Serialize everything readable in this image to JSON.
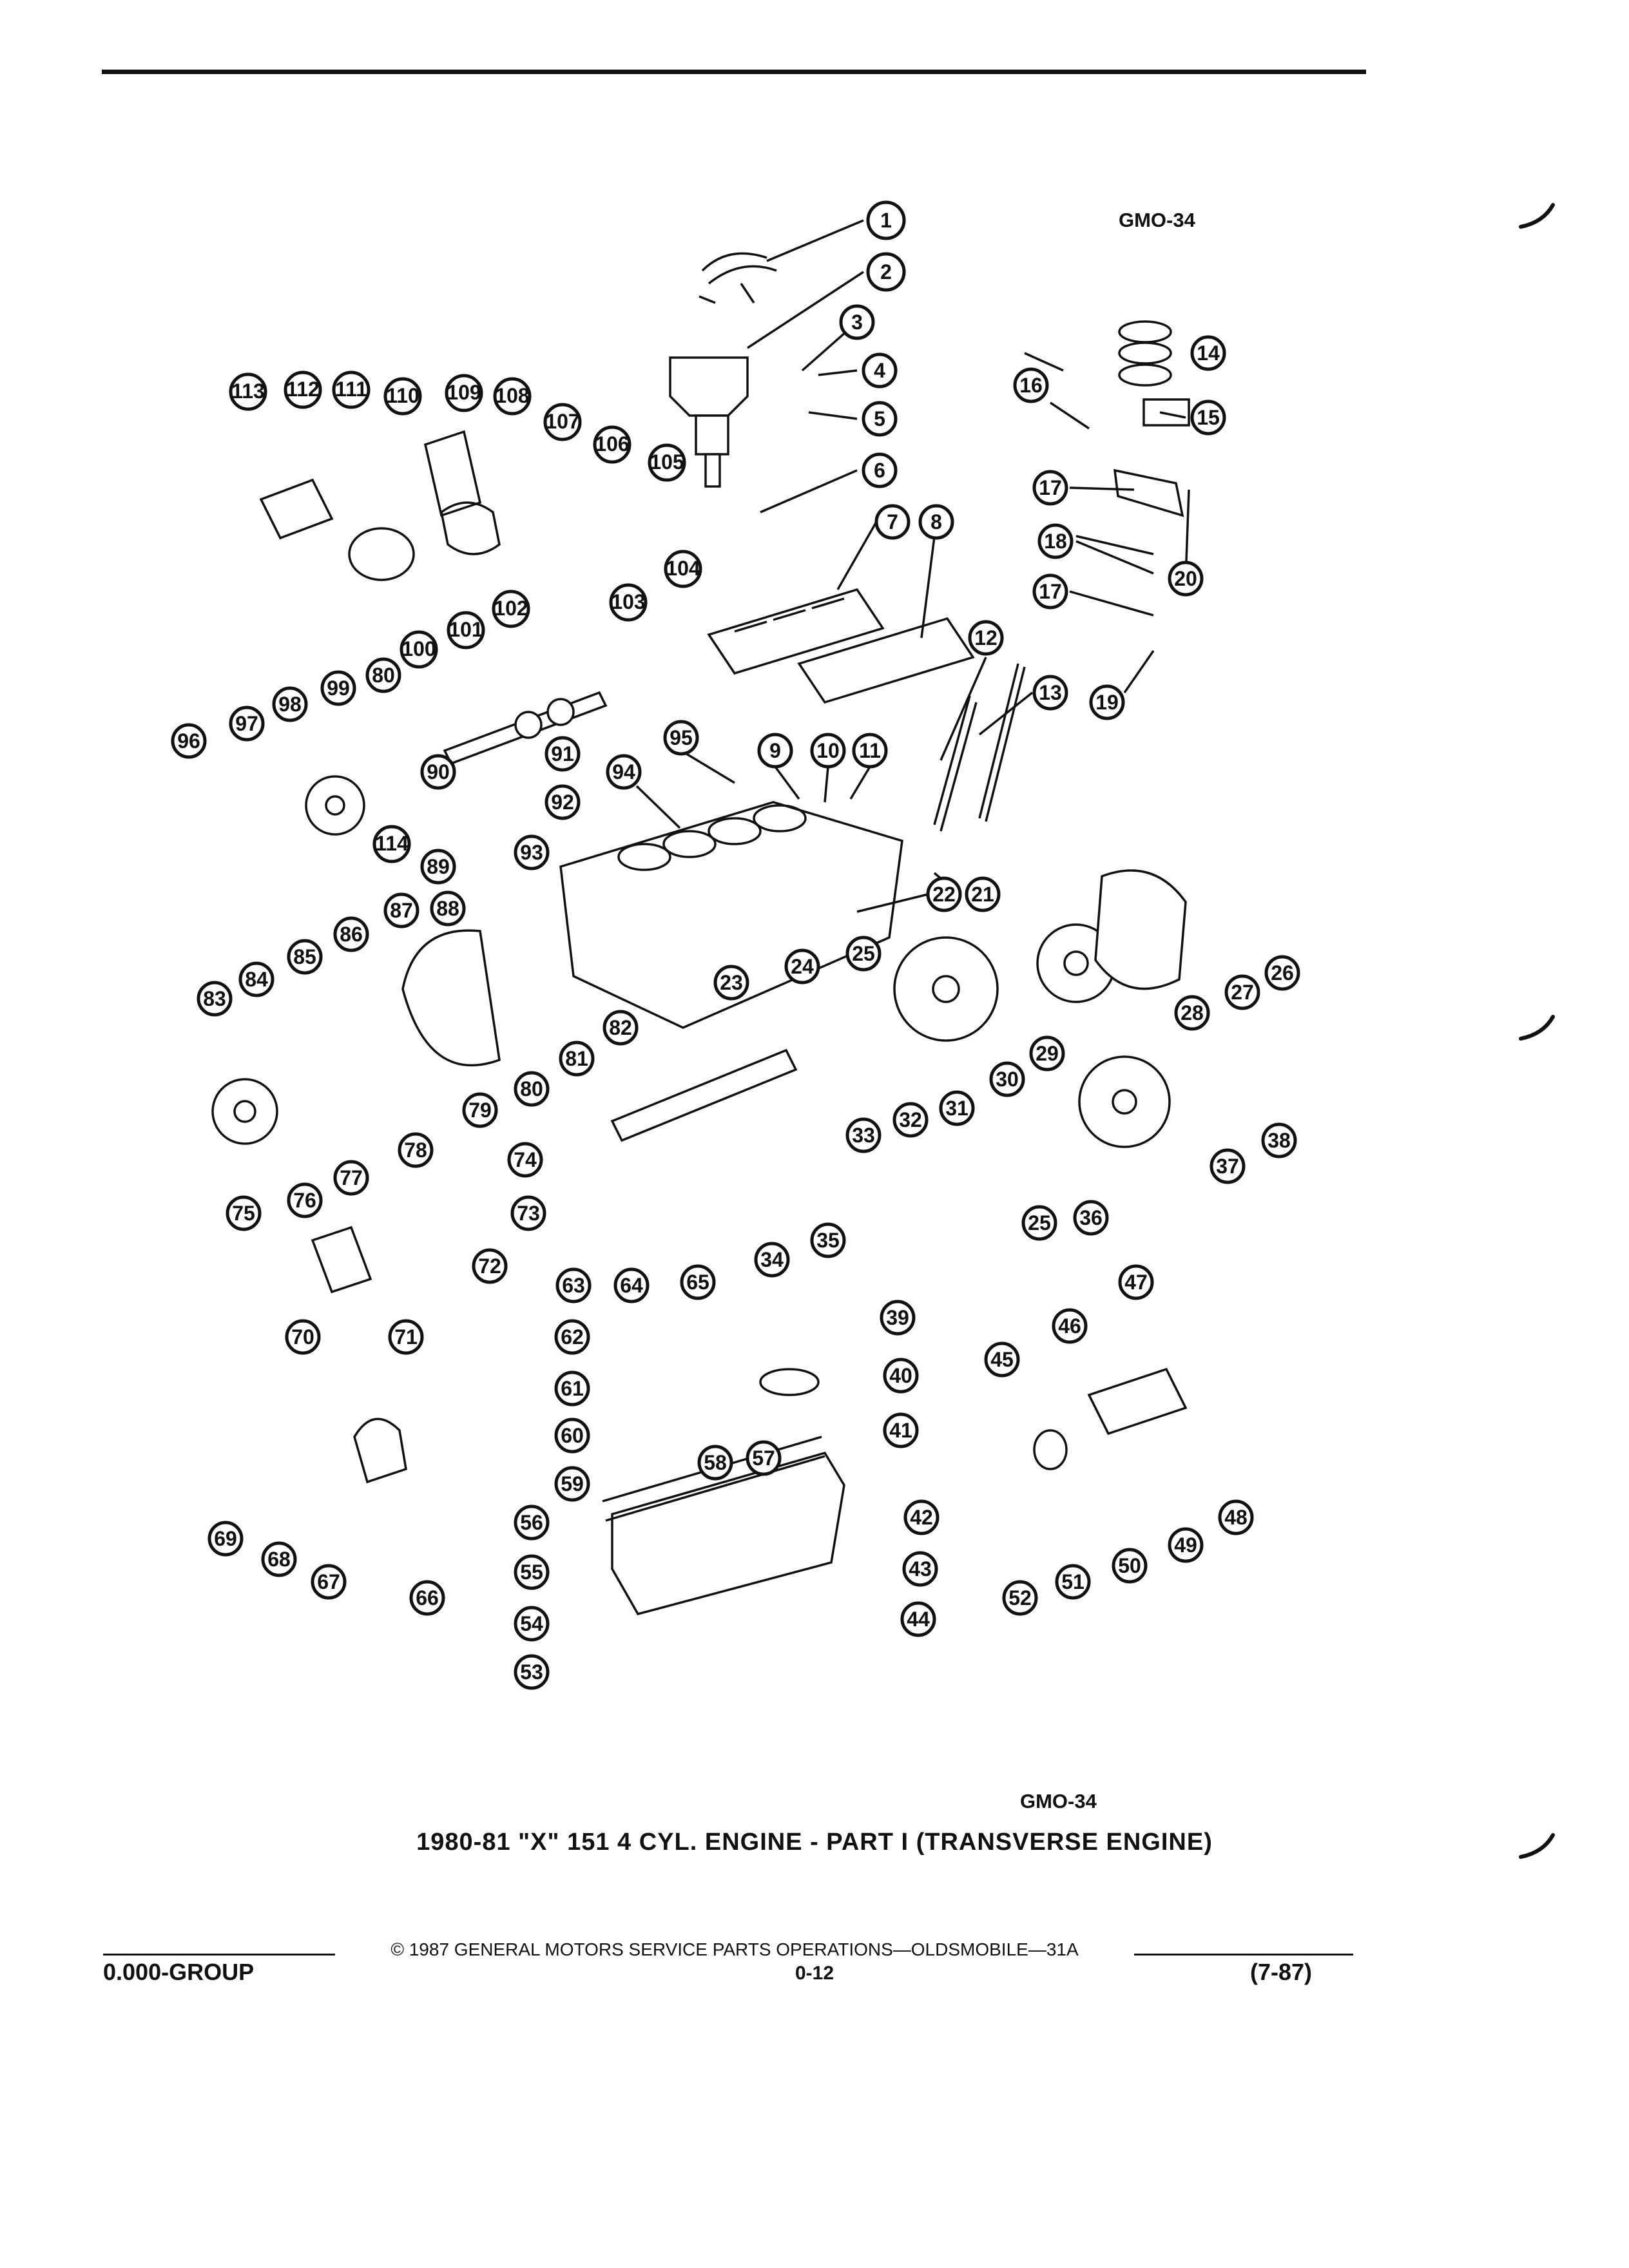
{
  "header": {
    "figure_code_top": "GMO-34"
  },
  "figure": {
    "figure_code_bottom": "GMO-34",
    "title": "1980-81 \"X\" 151 4 CYL. ENGINE - PART I (TRANSVERSE ENGINE)",
    "callouts": [
      "1",
      "2",
      "3",
      "4",
      "5",
      "6",
      "7",
      "8",
      "9",
      "10",
      "11",
      "12",
      "13",
      "14",
      "15",
      "16",
      "17",
      "17",
      "18",
      "19",
      "20",
      "21",
      "22",
      "23",
      "24",
      "25",
      "25",
      "26",
      "27",
      "28",
      "29",
      "30",
      "31",
      "32",
      "33",
      "34",
      "35",
      "36",
      "37",
      "38",
      "39",
      "40",
      "41",
      "42",
      "43",
      "44",
      "45",
      "46",
      "47",
      "48",
      "49",
      "50",
      "51",
      "52",
      "53",
      "54",
      "55",
      "56",
      "57",
      "58",
      "59",
      "60",
      "61",
      "62",
      "63",
      "64",
      "65",
      "66",
      "67",
      "68",
      "69",
      "70",
      "71",
      "72",
      "73",
      "74",
      "75",
      "76",
      "77",
      "78",
      "79",
      "80",
      "80",
      "81",
      "82",
      "83",
      "84",
      "85",
      "86",
      "87",
      "88",
      "89",
      "90",
      "91",
      "92",
      "93",
      "94",
      "95",
      "96",
      "97",
      "98",
      "99",
      "100",
      "101",
      "102",
      "103",
      "104",
      "105",
      "106",
      "107",
      "108",
      "109",
      "110",
      "111",
      "112",
      "113",
      "114"
    ]
  },
  "footer": {
    "copyright": "© 1987 GENERAL MOTORS SERVICE PARTS OPERATIONS—OLDSMOBILE—31A",
    "group": "0.000-GROUP",
    "page": "0-12",
    "date": "(7-87)"
  }
}
